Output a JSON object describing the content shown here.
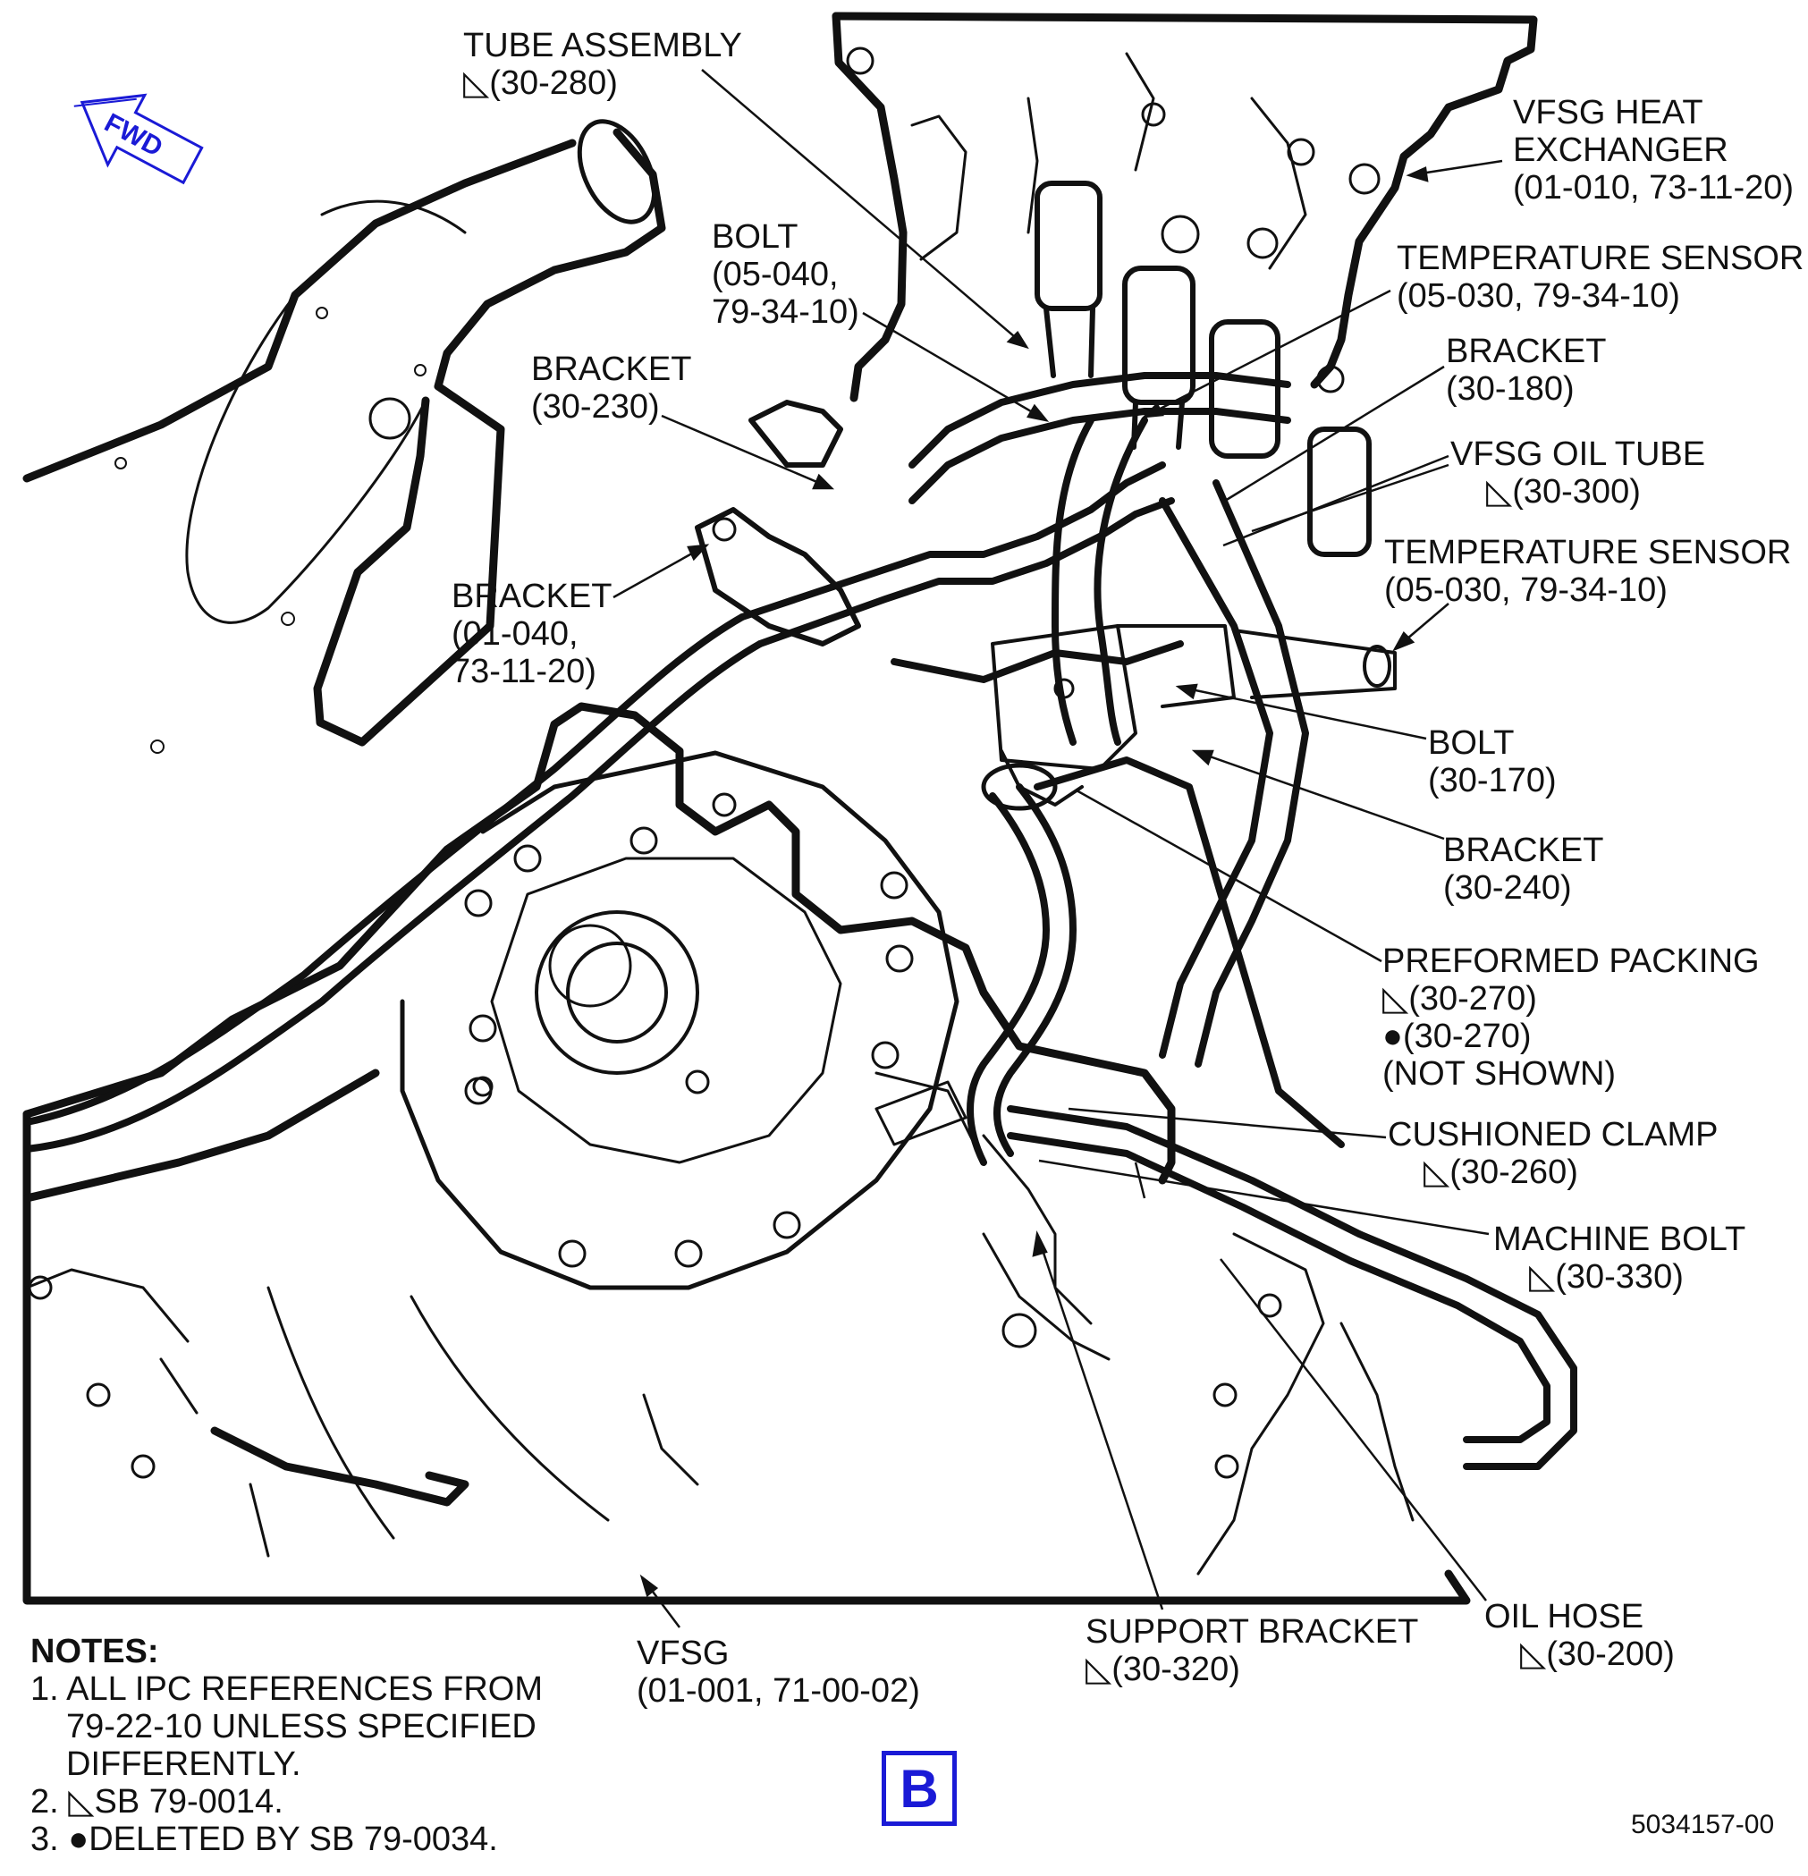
{
  "figure": {
    "orientation_label": "FWD",
    "view_letter": "B",
    "drawing_number": "5034157-00"
  },
  "callouts": [
    {
      "key": "tube_assembly",
      "lines": [
        "TUBE ASSEMBLY",
        "◺(30-280)"
      ]
    },
    {
      "key": "bolt_05_040",
      "lines": [
        "BOLT",
        "(05-040,",
        "79-34-10)"
      ]
    },
    {
      "key": "bracket_30_230",
      "lines": [
        "BRACKET",
        "(30-230)"
      ]
    },
    {
      "key": "bracket_01_040",
      "lines": [
        "BRACKET",
        "(01-040,",
        "73-11-20)"
      ]
    },
    {
      "key": "vfsg_heat_exchanger",
      "lines": [
        "VFSG HEAT",
        "EXCHANGER",
        "(01-010, 73-11-20)"
      ]
    },
    {
      "key": "temp_sensor_1",
      "lines": [
        "TEMPERATURE SENSOR",
        "(05-030, 79-34-10)"
      ]
    },
    {
      "key": "bracket_30_180",
      "lines": [
        "BRACKET",
        "(30-180)"
      ]
    },
    {
      "key": "vfsg_oil_tube",
      "lines": [
        "VFSG OIL TUBE",
        "◺(30-300)"
      ]
    },
    {
      "key": "temp_sensor_2",
      "lines": [
        "TEMPERATURE SENSOR",
        "(05-030, 79-34-10)"
      ]
    },
    {
      "key": "bolt_30_170",
      "lines": [
        "BOLT",
        "(30-170)"
      ]
    },
    {
      "key": "bracket_30_240",
      "lines": [
        "BRACKET",
        "(30-240)"
      ]
    },
    {
      "key": "preformed_packing",
      "lines": [
        "PREFORMED PACKING",
        "◺(30-270)",
        "●(30-270)",
        "(NOT SHOWN)"
      ]
    },
    {
      "key": "cushioned_clamp",
      "lines": [
        "CUSHIONED CLAMP",
        "◺(30-260)"
      ]
    },
    {
      "key": "machine_bolt",
      "lines": [
        "MACHINE BOLT",
        "◺(30-330)"
      ]
    },
    {
      "key": "oil_hose",
      "lines": [
        "OIL HOSE",
        "◺(30-200)"
      ]
    },
    {
      "key": "support_bracket",
      "lines": [
        "SUPPORT BRACKET",
        "◺(30-320)"
      ]
    },
    {
      "key": "vfsg",
      "lines": [
        "VFSG",
        "(01-001, 71-00-02)"
      ]
    }
  ],
  "notes": {
    "title": "NOTES:",
    "items": [
      {
        "num": "1.",
        "lines": [
          "ALL IPC REFERENCES FROM",
          "79-22-10 UNLESS SPECIFIED",
          "DIFFERENTLY."
        ]
      },
      {
        "num": "2.",
        "lines": [
          "◺SB 79-0014."
        ]
      },
      {
        "num": "3.",
        "lines": [
          "●DELETED BY SB 79-0034."
        ]
      }
    ]
  },
  "colors": {
    "line": "#111111",
    "accent_blue": "#1a1ad6",
    "background": "#ffffff"
  }
}
